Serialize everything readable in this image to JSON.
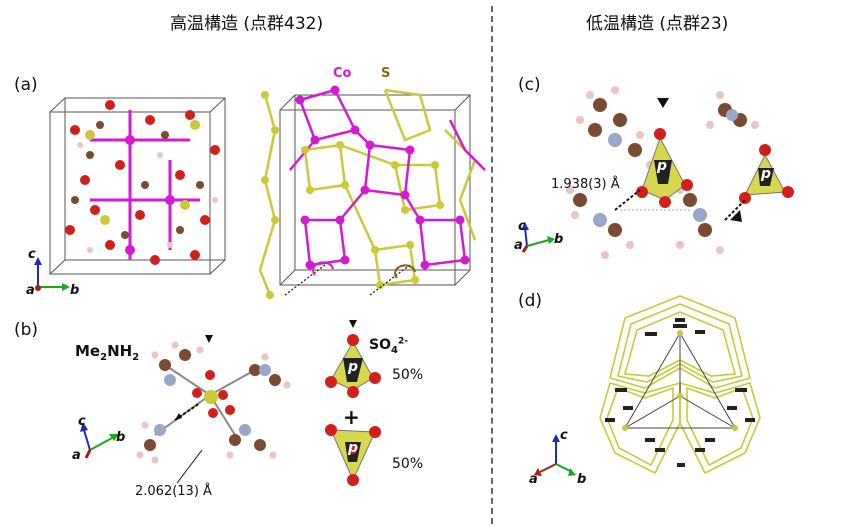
{
  "header": {
    "left_title": "高温構造 (点群432)",
    "right_title": "低温構造 (点群23)"
  },
  "panels": {
    "a": {
      "label": "(a)",
      "co_label": "Co",
      "s_label": "S"
    },
    "b": {
      "label": "(b)",
      "molecule": "Me2NH2",
      "ion": "SO4 2-",
      "pct_top": "50%",
      "pct_bottom": "50%",
      "distance": "2.062(13) Å",
      "p_letter": "p"
    },
    "c": {
      "label": "(c)",
      "distance": "1.938(3) Å",
      "p_letter": "p"
    },
    "d": {
      "label": "(d)"
    }
  },
  "axes": {
    "a": "a",
    "b": "b",
    "c": "c"
  },
  "colors": {
    "co": "#d21bd2",
    "s": "#c9c93a",
    "carbon": "#7a4a32",
    "oxygen": "#d0201c",
    "nitrogen": "#9aa7c8",
    "hydrogen": "#e9c4c4"
  }
}
